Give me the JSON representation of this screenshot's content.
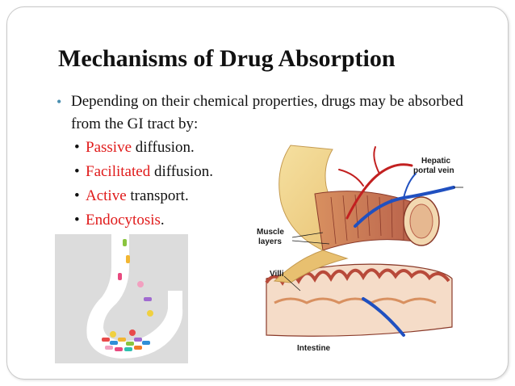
{
  "slide": {
    "title": "Mechanisms of Drug Absorption",
    "main_bullet": "Depending on their chemical properties, drugs may be absorbed from the GI tract by:",
    "sub_bullets": [
      {
        "highlight": "Passive",
        "rest": " diffusion."
      },
      {
        "highlight": "Facilitated",
        "rest": " diffusion."
      },
      {
        "highlight": "Active",
        "rest": " transport."
      },
      {
        "highlight": "Endocytosis",
        "rest": "."
      }
    ],
    "bullet_glyph": "•"
  },
  "diagram": {
    "label_hepatic_1": "Hepatic",
    "label_hepatic_2": "portal vein",
    "label_muscle_1": "Muscle",
    "label_muscle_2": "layers",
    "label_villi": "Villi",
    "label_intestine": "Intestine"
  },
  "colors": {
    "highlight": "#e01a1a",
    "bullet_accent": "#4a8fb0",
    "frame_border": "#c9c9c9"
  }
}
